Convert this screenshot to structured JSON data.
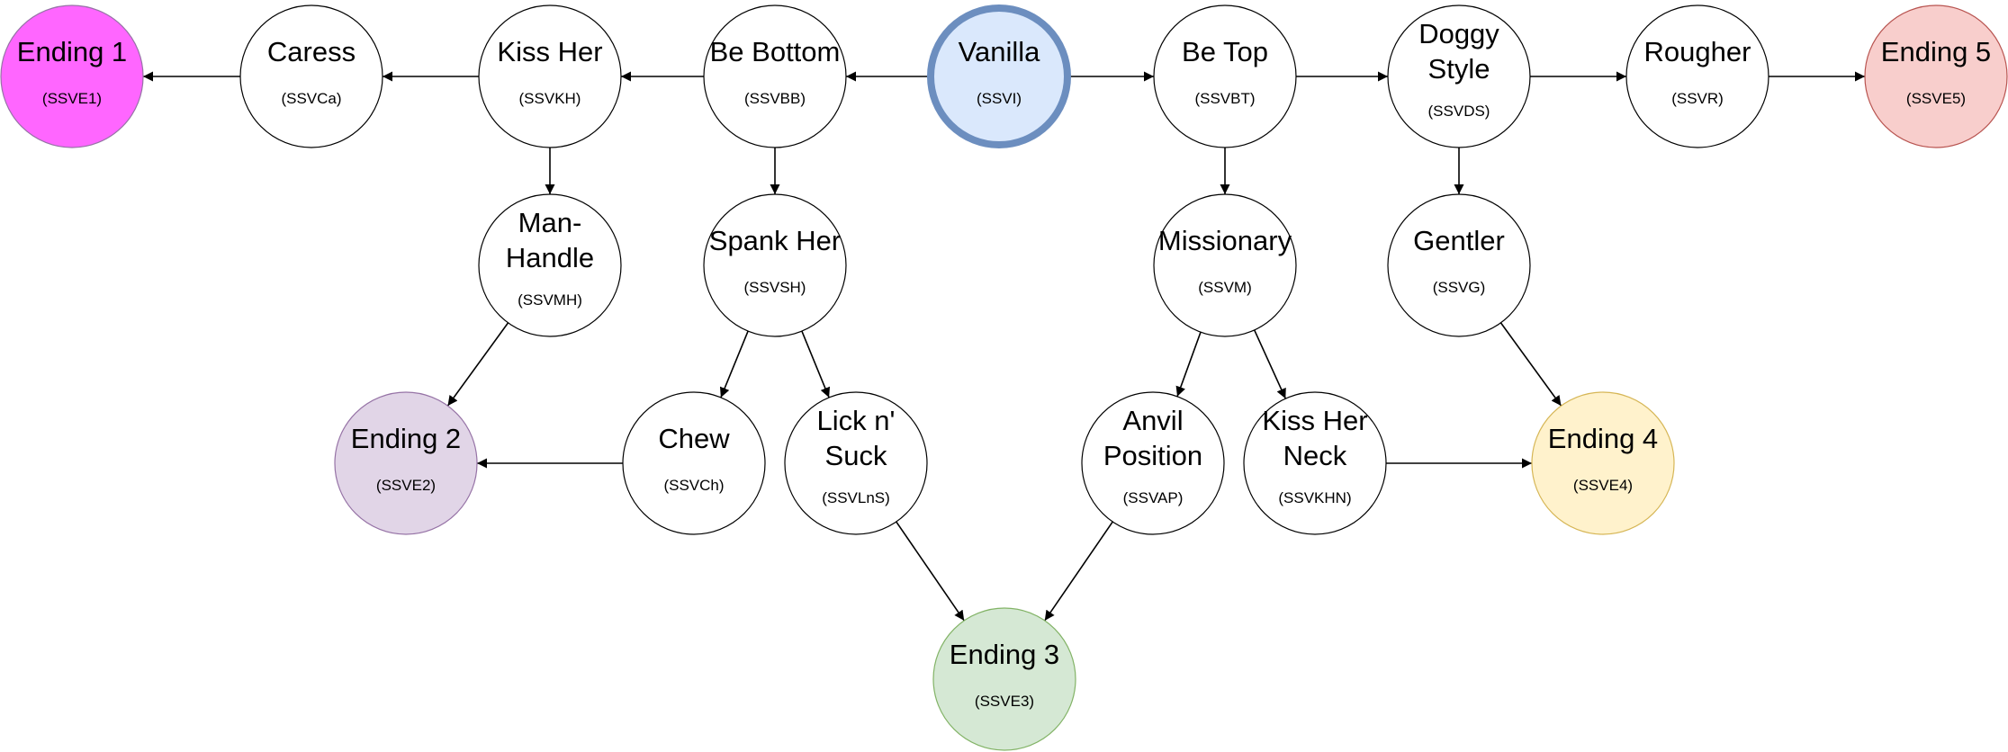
{
  "nodes": [
    {
      "id": "SSVI",
      "lines": [
        "Vanilla"
      ],
      "code": "(SSVI)",
      "fill": "#dae8fc",
      "stroke": "#6c8ebf",
      "thick": true
    },
    {
      "id": "SSVBB",
      "lines": [
        "Be Bottom"
      ],
      "code": "(SSVBB)",
      "fill": "#ffffff",
      "stroke": "#000000"
    },
    {
      "id": "SSVKH",
      "lines": [
        "Kiss Her"
      ],
      "code": "(SSVKH)",
      "fill": "#ffffff",
      "stroke": "#000000"
    },
    {
      "id": "SSVCa",
      "lines": [
        "Caress"
      ],
      "code": "(SSVCa)",
      "fill": "#ffffff",
      "stroke": "#000000"
    },
    {
      "id": "SSVE1",
      "lines": [
        "Ending 1"
      ],
      "code": "(SSVE1)",
      "fill": "#ff66ff",
      "stroke": "#9673a6"
    },
    {
      "id": "SSVBT",
      "lines": [
        "Be Top"
      ],
      "code": "(SSVBT)",
      "fill": "#ffffff",
      "stroke": "#000000"
    },
    {
      "id": "SSVDS",
      "lines": [
        "Doggy",
        "Style"
      ],
      "code": "(SSVDS)",
      "fill": "#ffffff",
      "stroke": "#000000"
    },
    {
      "id": "SSVR",
      "lines": [
        "Rougher"
      ],
      "code": "(SSVR)",
      "fill": "#ffffff",
      "stroke": "#000000"
    },
    {
      "id": "SSVE5",
      "lines": [
        "Ending 5"
      ],
      "code": "(SSVE5)",
      "fill": "#f8cecc",
      "stroke": "#b85450"
    },
    {
      "id": "SSVMH",
      "lines": [
        "Man-",
        "Handle"
      ],
      "code": "(SSVMH)",
      "fill": "#ffffff",
      "stroke": "#000000"
    },
    {
      "id": "SSVSH",
      "lines": [
        "Spank Her"
      ],
      "code": "(SSVSH)",
      "fill": "#ffffff",
      "stroke": "#000000"
    },
    {
      "id": "SSVM",
      "lines": [
        "Missionary"
      ],
      "code": "(SSVM)",
      "fill": "#ffffff",
      "stroke": "#000000"
    },
    {
      "id": "SSVG",
      "lines": [
        "Gentler"
      ],
      "code": "(SSVG)",
      "fill": "#ffffff",
      "stroke": "#000000"
    },
    {
      "id": "SSVE2",
      "lines": [
        "Ending 2"
      ],
      "code": "(SSVE2)",
      "fill": "#e1d5e7",
      "stroke": "#9673a6"
    },
    {
      "id": "SSVCh",
      "lines": [
        "Chew"
      ],
      "code": "(SSVCh)",
      "fill": "#ffffff",
      "stroke": "#000000"
    },
    {
      "id": "SSVLnS",
      "lines": [
        "Lick n'",
        "Suck"
      ],
      "code": "(SSVLnS)",
      "fill": "#ffffff",
      "stroke": "#000000"
    },
    {
      "id": "SSVAP",
      "lines": [
        "Anvil",
        "Position"
      ],
      "code": "(SSVAP)",
      "fill": "#ffffff",
      "stroke": "#000000"
    },
    {
      "id": "SSVKHN",
      "lines": [
        "Kiss Her",
        "Neck"
      ],
      "code": "(SSVKHN)",
      "fill": "#ffffff",
      "stroke": "#000000"
    },
    {
      "id": "SSVE4",
      "lines": [
        "Ending 4"
      ],
      "code": "(SSVE4)",
      "fill": "#fff2cc",
      "stroke": "#d6b656"
    },
    {
      "id": "SSVE3",
      "lines": [
        "Ending 3"
      ],
      "code": "(SSVE3)",
      "fill": "#d5e8d4",
      "stroke": "#82b366"
    }
  ],
  "edges": [
    [
      "SSVI",
      "SSVBB"
    ],
    [
      "SSVBB",
      "SSVKH"
    ],
    [
      "SSVKH",
      "SSVCa"
    ],
    [
      "SSVCa",
      "SSVE1"
    ],
    [
      "SSVI",
      "SSVBT"
    ],
    [
      "SSVBT",
      "SSVDS"
    ],
    [
      "SSVDS",
      "SSVR"
    ],
    [
      "SSVR",
      "SSVE5"
    ],
    [
      "SSVKH",
      "SSVMH"
    ],
    [
      "SSVBB",
      "SSVSH"
    ],
    [
      "SSVBT",
      "SSVM"
    ],
    [
      "SSVDS",
      "SSVG"
    ],
    [
      "SSVMH",
      "SSVE2"
    ],
    [
      "SSVSH",
      "SSVCh"
    ],
    [
      "SSVSH",
      "SSVLnS"
    ],
    [
      "SSVCh",
      "SSVE2"
    ],
    [
      "SSVLnS",
      "SSVE3"
    ],
    [
      "SSVM",
      "SSVAP"
    ],
    [
      "SSVM",
      "SSVKHN"
    ],
    [
      "SSVAP",
      "SSVE3"
    ],
    [
      "SSVKHN",
      "SSVE4"
    ],
    [
      "SSVG",
      "SSVE4"
    ]
  ]
}
